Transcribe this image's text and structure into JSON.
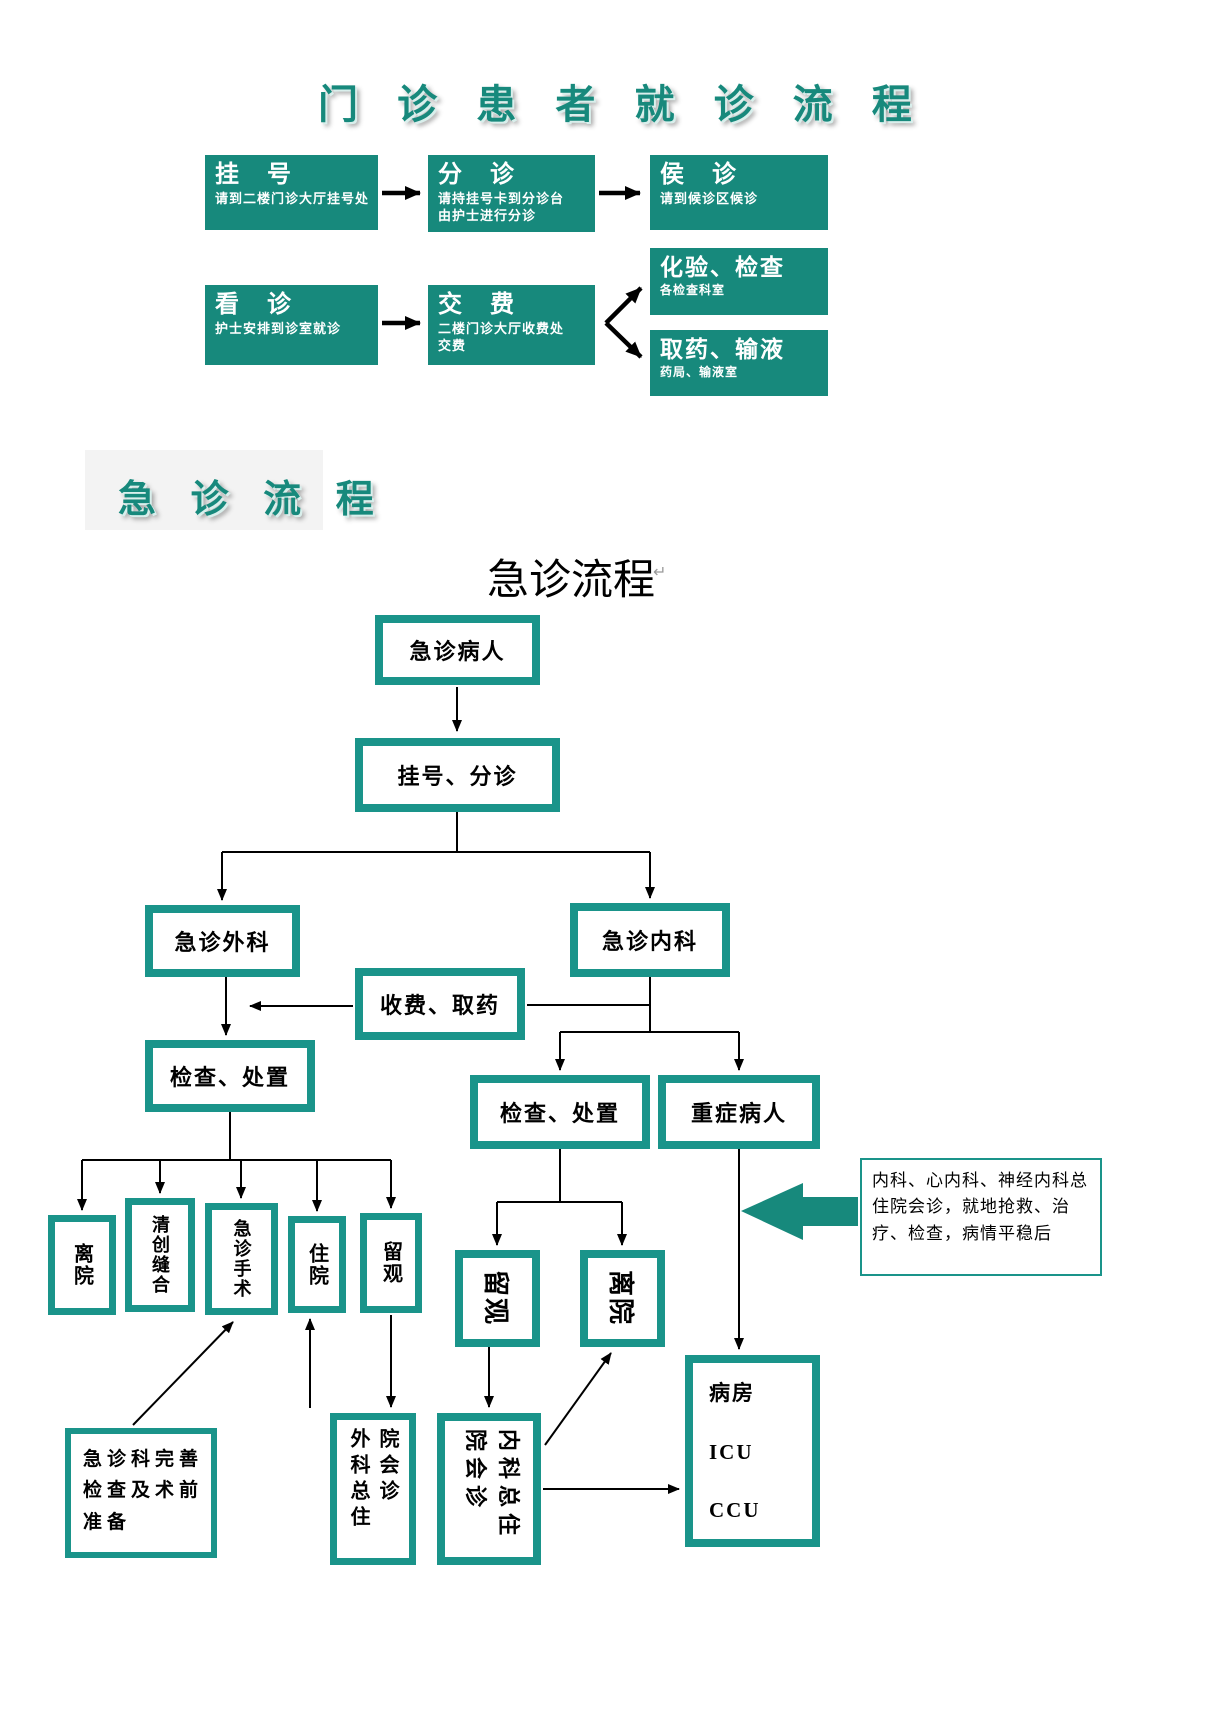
{
  "colors": {
    "accent": "#17897C",
    "flow_border": "#1A948A",
    "arrow": "#000000"
  },
  "outpatient": {
    "title": "门 诊 患 者 就 诊 流 程",
    "steps": [
      {
        "title": "挂　号",
        "desc": "请到二楼门诊大厅挂号处"
      },
      {
        "title": "分　诊",
        "desc": "请持挂号卡到分诊台\n由护士进行分诊"
      },
      {
        "title": "侯　诊",
        "desc": "请到候诊区候诊"
      },
      {
        "title": "看　诊",
        "desc": "护士安排到诊室就诊"
      },
      {
        "title": "交　费",
        "desc": "二楼门诊大厅收费处\n交费"
      },
      {
        "title": "化验、检查",
        "desc": "各检查科室"
      },
      {
        "title": "取药、输液",
        "desc": "药局、输液室"
      }
    ]
  },
  "emergency": {
    "art_title": "急 诊 流 程",
    "title": "急诊流程",
    "return_mark": "↵",
    "nodes": {
      "patient": "急诊病人",
      "triage": "挂号、分诊",
      "surgery": "急诊外科",
      "internal": "急诊内科",
      "fee": "收费、取药",
      "exam_surgery": "检查、处置",
      "exam_internal": "检查、处置",
      "critical": "重症病人",
      "discharge_surgery": "离院",
      "debridement": "清创缝合",
      "operation": "急诊手术",
      "admission": "住院",
      "observe_surgery": "留观",
      "observe_internal": "留观",
      "discharge_internal": "离院",
      "ward_name": "病房",
      "ward_icu": "ICU",
      "ward_ccu": "CCU",
      "note": "内科、心内科、神经内科总住院会诊，就地抢救、治疗、检查，病情平稳后",
      "prep": "急诊科完善检查及术前准备",
      "surgery_consult": "外科总住院会诊",
      "internal_consult": "内科总住院会诊"
    }
  }
}
